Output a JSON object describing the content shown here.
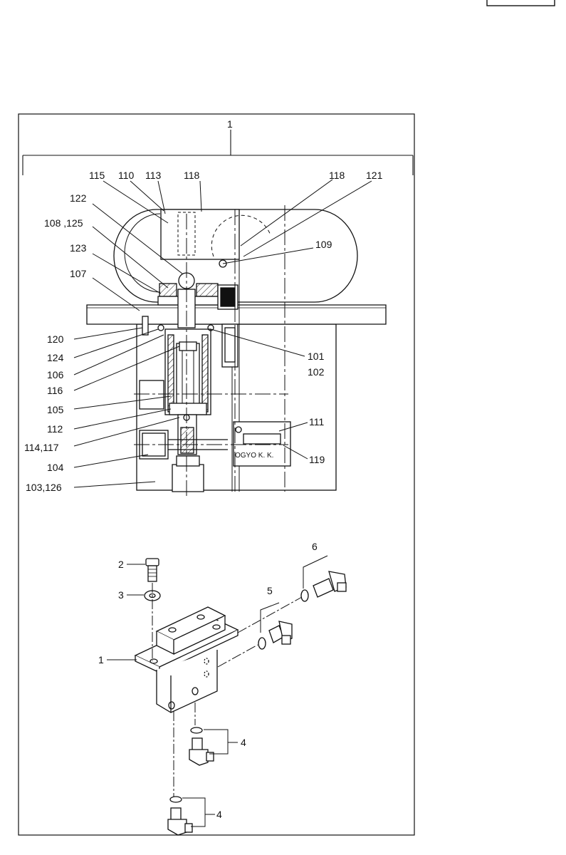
{
  "diagram": {
    "assembly_label": "1",
    "upper_callouts": {
      "c115": "115",
      "c110": "110",
      "c113": "113",
      "c118a": "118",
      "c118b": "118",
      "c121": "121",
      "c122": "122",
      "c108_125": "108 ,125",
      "c109": "109",
      "c123": "123",
      "c107": "107",
      "c120": "120",
      "c124": "124",
      "c101": "101",
      "c102": "102",
      "c106": "106",
      "c116": "116",
      "c105": "105",
      "c112": "112",
      "c111": "111",
      "c114_117": "114,117",
      "c119": "119",
      "c104": "104",
      "c103_126": "103,126"
    },
    "nameplate_text": "OGYO K. K.",
    "lower_callouts": {
      "c2": "2",
      "c3": "3",
      "c1": "1",
      "c5": "5",
      "c6": "6",
      "c4a": "4",
      "c4b": "4"
    }
  }
}
